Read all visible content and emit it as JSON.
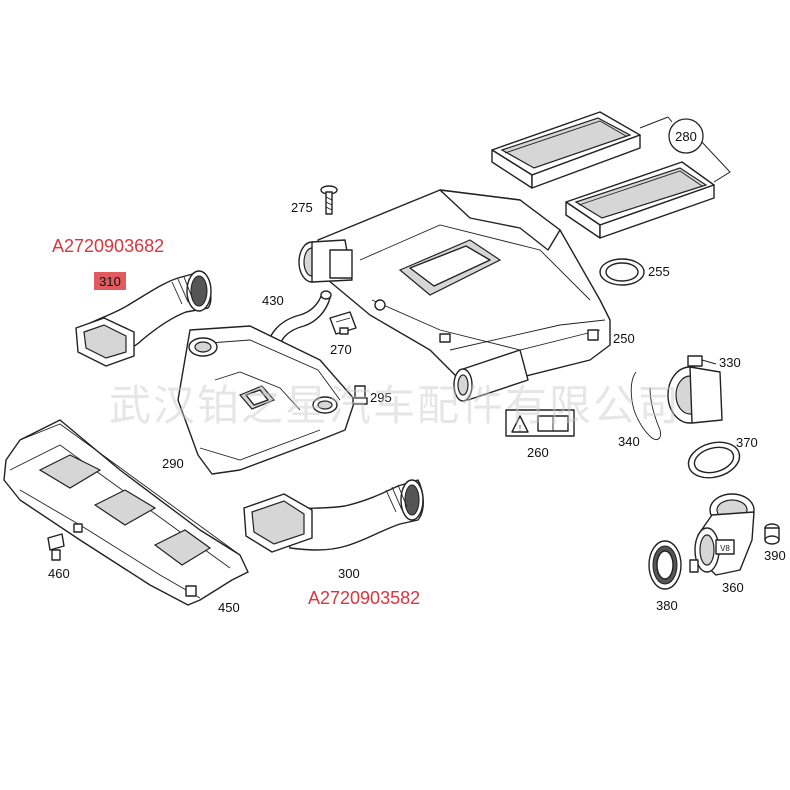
{
  "part_numbers": {
    "upper_left": "A2720903682",
    "lower_center": "A2720903582"
  },
  "highlighted_label": "310",
  "highlight_color": "#e05a60",
  "accent_red": "#d9363e",
  "watermark": "武汉铂之星汽车配件有限公司",
  "labels": {
    "l280": "280",
    "l275": "275",
    "l255": "255",
    "l430": "430",
    "l270": "270",
    "l250": "250",
    "l295": "295",
    "l330": "330",
    "l290": "290",
    "l260": "260",
    "l340": "340",
    "l370": "370",
    "l390": "390",
    "l460": "460",
    "l300": "300",
    "l360": "360",
    "l450": "450",
    "l380": "380"
  }
}
